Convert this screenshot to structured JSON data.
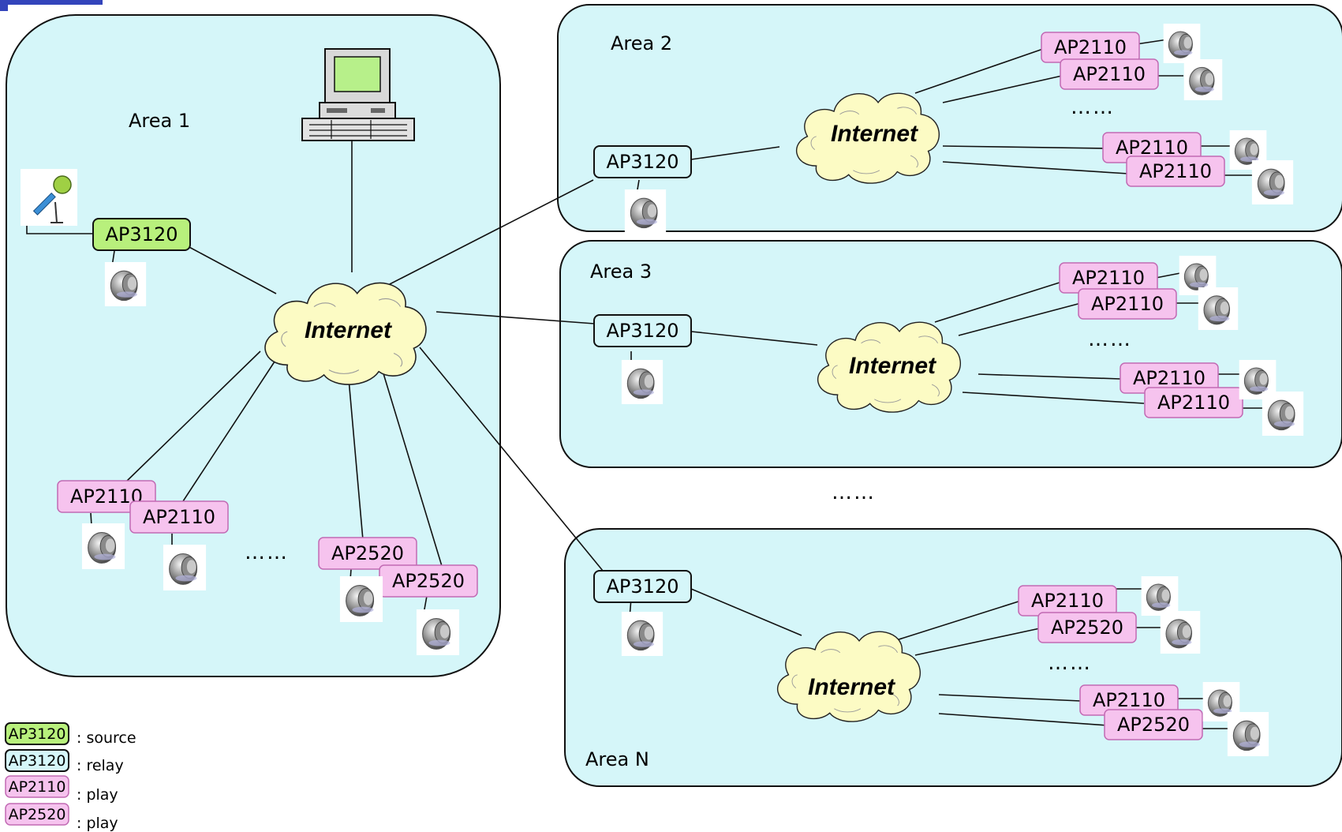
{
  "colors": {
    "area_fill": "#d5f6f9",
    "area_border": "#111111",
    "source_fill": "#b8f07c",
    "relay_fill": "#d5f6f9",
    "play_fill": "#f6c3ee",
    "play_border": "#c26ab4",
    "cloud_fill": "#fcfbc4",
    "accent_blue": "#3344bb"
  },
  "area1": {
    "title": "Area 1",
    "source_device": "AP3120",
    "cloud_label": "Internet",
    "players": [
      "AP2110",
      "AP2110",
      "AP2520",
      "AP2520"
    ],
    "ellipsis": "……"
  },
  "area2": {
    "title": "Area 2",
    "relay": "AP3120",
    "cloud_label": "Internet",
    "players": [
      "AP2110",
      "AP2110",
      "AP2110",
      "AP2110"
    ],
    "ellipsis": "……"
  },
  "area3": {
    "title": "Area 3",
    "relay": "AP3120",
    "cloud_label": "Internet",
    "players": [
      "AP2110",
      "AP2110",
      "AP2110",
      "AP2110"
    ],
    "ellipsis": "……"
  },
  "areas_ellipsis": "……",
  "areaN": {
    "title": "Area N",
    "relay": "AP3120",
    "cloud_label": "Internet",
    "players": [
      "AP2110",
      "AP2520",
      "AP2110",
      "AP2520"
    ],
    "ellipsis": "……"
  },
  "legend": [
    {
      "device": "AP3120",
      "role": ": source"
    },
    {
      "device": "AP3120",
      "role": ": relay"
    },
    {
      "device": "AP2110",
      "role": ": play"
    },
    {
      "device": "AP2520",
      "role": ": play"
    }
  ],
  "icons": [
    "microphone-icon",
    "computer-icon",
    "speaker-icon",
    "cloud-icon"
  ]
}
